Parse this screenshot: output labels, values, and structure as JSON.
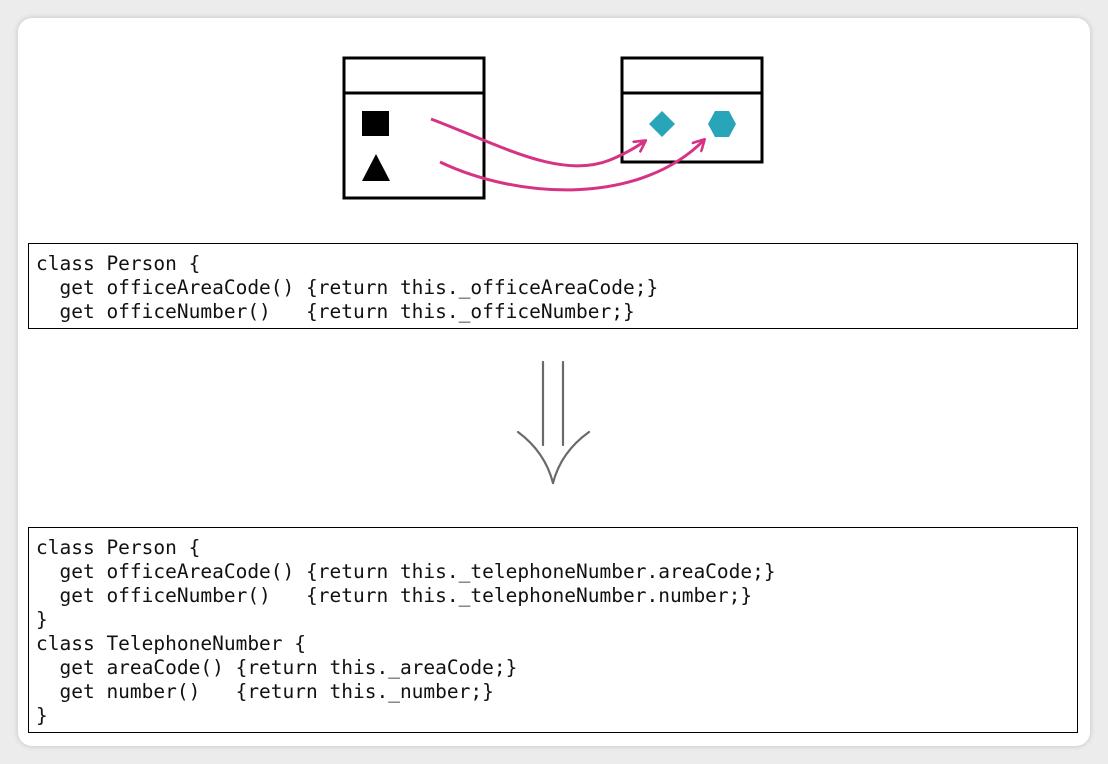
{
  "colors": {
    "accent_arrow": "#d63384",
    "accent_shape": "#29a5ba",
    "stroke": "#000000",
    "down_arrow": "#6a6a6a"
  },
  "diagram": {
    "source_class_shapes": [
      "square",
      "triangle"
    ],
    "target_class_shapes": [
      "diamond",
      "hexagon"
    ],
    "transform_icon": "down-double-arrow-icon"
  },
  "code_before": {
    "lines": [
      "class Person {",
      "  get officeAreaCode() {return this._officeAreaCode;}",
      "  get officeNumber()   {return this._officeNumber;}"
    ]
  },
  "code_after": {
    "lines": [
      "class Person {",
      "  get officeAreaCode() {return this._telephoneNumber.areaCode;}",
      "  get officeNumber()   {return this._telephoneNumber.number;}",
      "}",
      "class TelephoneNumber {",
      "  get areaCode() {return this._areaCode;}",
      "  get number()   {return this._number;}",
      "}"
    ]
  }
}
